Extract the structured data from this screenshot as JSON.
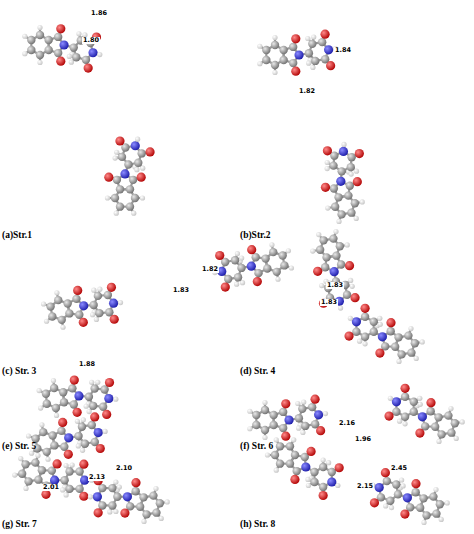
{
  "diagram": {
    "labels": [
      "1.86",
      "1.80",
      "(a)Str.1",
      "1.84",
      "1.82",
      "(b)Str.2",
      "1.82",
      "1.83",
      "(c) Str. 3",
      "1.83",
      "1.83",
      "(d) Str. 4",
      "1.88",
      "(e) Str. 5",
      "2.16",
      "1.96",
      "(f) Str. 6",
      "2.01",
      "2.13",
      "2.10",
      "(g) Str. 7",
      "2.15",
      "2.45",
      "(h) Str. 8"
    ]
  }
}
